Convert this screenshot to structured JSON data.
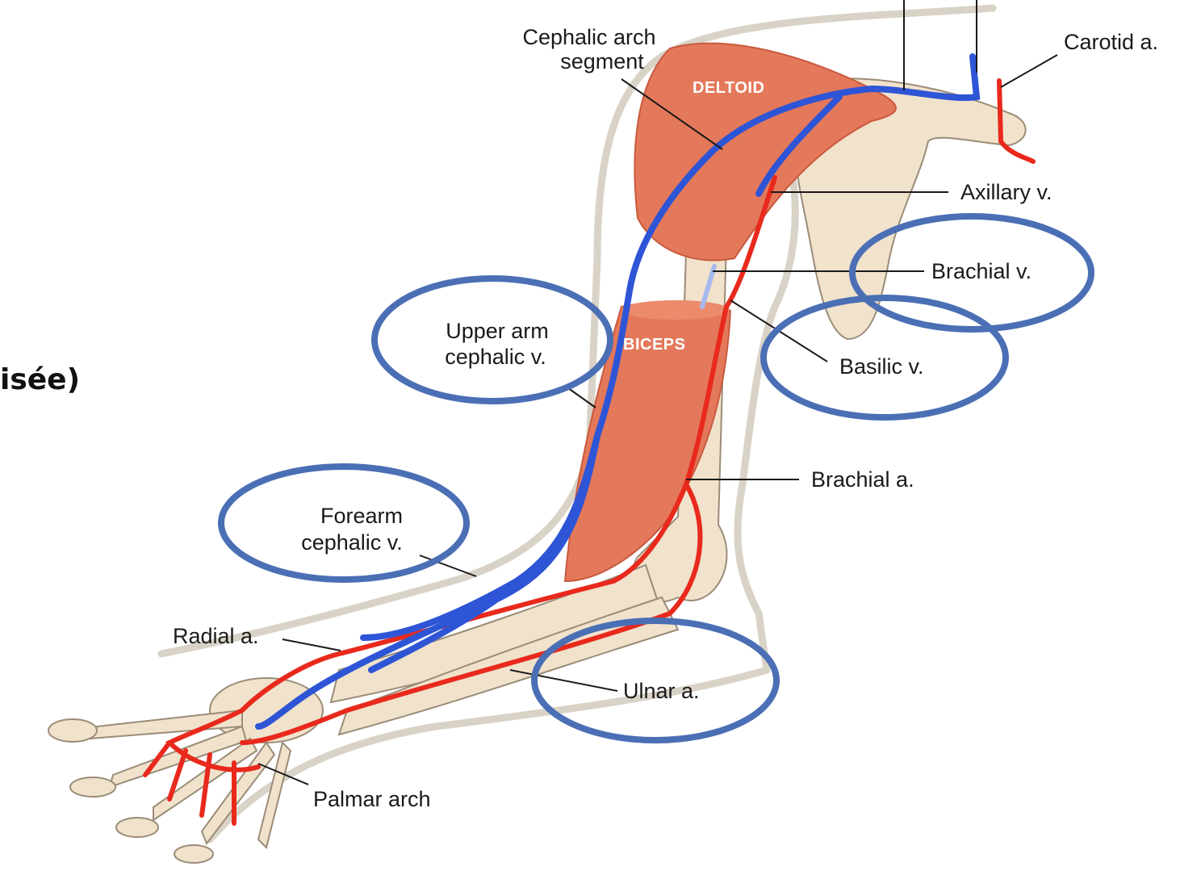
{
  "side_fragment": "isée)",
  "muscles": {
    "deltoid": "DELTOID",
    "biceps": "BICEPS"
  },
  "labels": {
    "cephalic_arch_1": "Cephalic arch",
    "cephalic_arch_2": "segment",
    "carotid": "Carotid a.",
    "axillary": "Axillary v.",
    "brachial_v": "Brachial v.",
    "basilic": "Basilic v.",
    "upper_arm_1": "Upper arm",
    "upper_arm_2": "cephalic v.",
    "brachial_a": "Brachial a.",
    "forearm_1": "Forearm",
    "forearm_2": "cephalic v.",
    "radial": "Radial a.",
    "ulnar": "Ulnar a.",
    "palmar": "Palmar arch"
  },
  "colors": {
    "vein": "#2e55d6",
    "artery": "#e8291c",
    "muscle": "#e4785a",
    "bone": "#f1e2cc",
    "outline": "#d9d2c6",
    "highlight_ring": "#4a6fb5"
  }
}
